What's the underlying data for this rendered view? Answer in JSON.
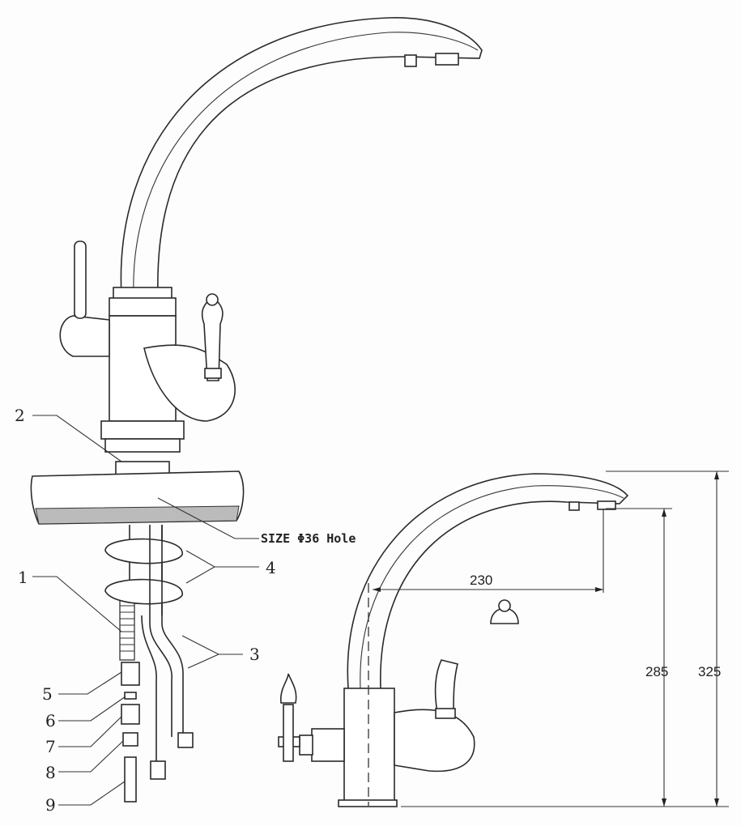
{
  "parts": [
    {
      "num": "1"
    },
    {
      "num": "2"
    },
    {
      "num": "3"
    },
    {
      "num": "4"
    },
    {
      "num": "5"
    },
    {
      "num": "6"
    },
    {
      "num": "7"
    },
    {
      "num": "8"
    },
    {
      "num": "9"
    }
  ],
  "hole_note": "SIZE Φ36 Hole",
  "dimensions": {
    "reach": "230",
    "spout_height": "285",
    "total_height": "325"
  }
}
